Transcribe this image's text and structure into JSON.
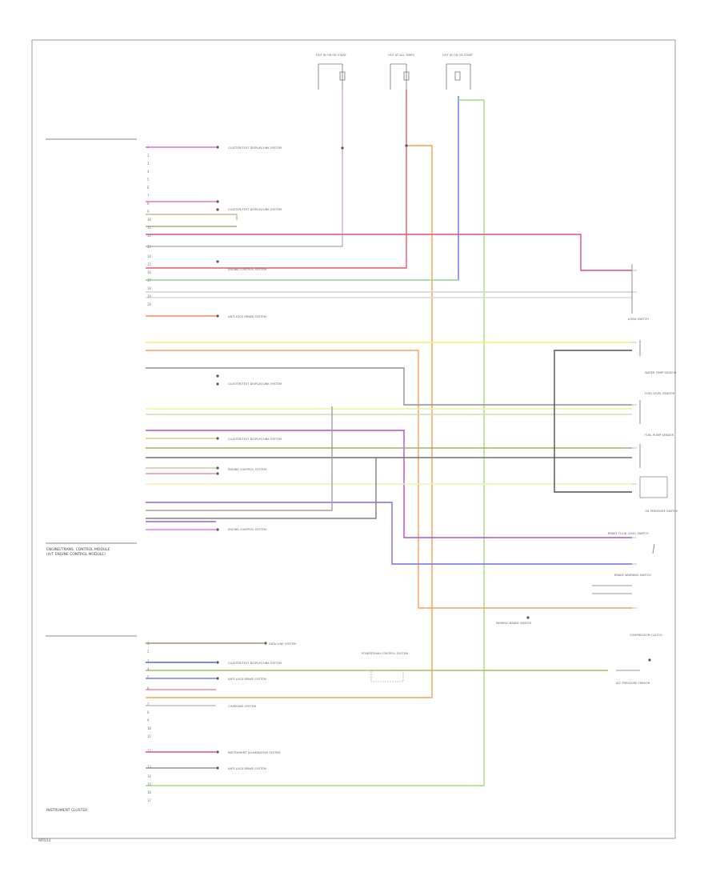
{
  "page_number": "WF6/14",
  "modules": {
    "module1_title": "ENGINE/TRANS. CONTROL MODULE",
    "module1_sub": "(A/T ENGINE CONTROL MODULE)",
    "module2_title": "INSTRUMENT CLUSTER"
  },
  "fuses": {
    "fuse1": "HOT IN ON OR START",
    "fuse2": "HOT AT ALL TIMES",
    "fuse3": "HOT IN ON OR START"
  },
  "references": {
    "cluster_controls": "CLUSTER/TEXT DISPLAY/LINK SYSTEM",
    "engine_controls": "ENGINE CONTROL SYSTEM",
    "antilock": "ANTI-LOCK BRAKE SYSTEM",
    "powertrain": "POWERTRAIN CONTROL SYSTEM",
    "charging": "CHARGING SYSTEM",
    "data_link": "DATA LINK SYSTEM",
    "illumination": "INSTRUMENT ILLUMINATION SYSTEM"
  },
  "components": {
    "a_fan": "A/FAN SWITCH",
    "water_temp_sensor": "WATER TEMP SENSOR",
    "fuel_level_sensor": "FUEL LEVEL SENSOR",
    "fuel_pump_sender": "FUEL PUMP SENDER",
    "oil_pressure_switch": "OIL PRESSURE SWITCH",
    "brake_warning_switch": "BRAKE WARNING SWITCH",
    "parking_brake_switch": "PARKING BRAKE SWITCH",
    "compressor": "COMPRESSOR CLUTCH",
    "ac_pressure_sensor": "A/C PRESSURE SENSOR",
    "brake_fluid": "BRAKE FLUID LEVEL SWITCH"
  }
}
